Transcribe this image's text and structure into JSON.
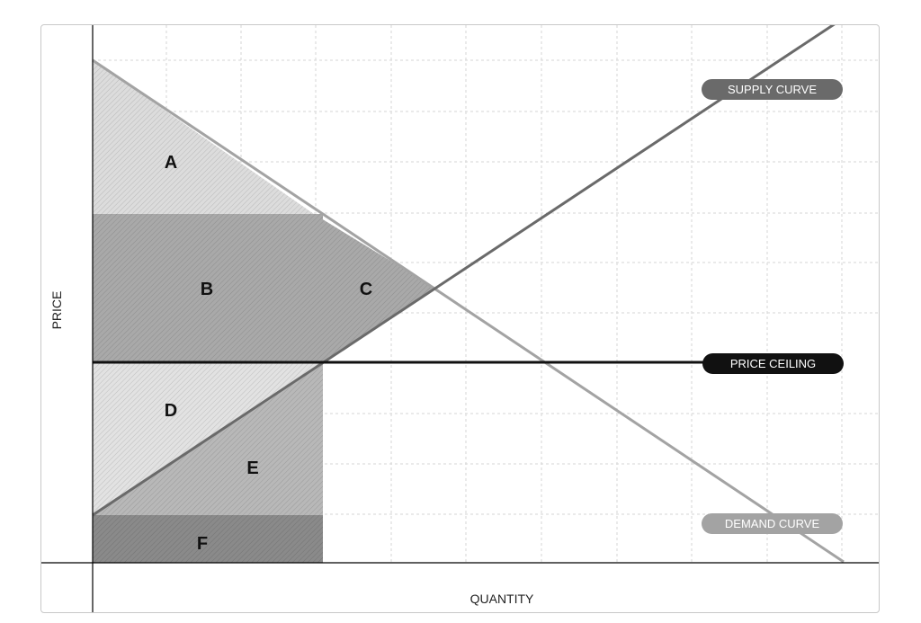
{
  "axes": {
    "x_label": "QUANTITY",
    "y_label": "PRICE"
  },
  "curves": {
    "supply": {
      "label": "SUPPLY CURVE",
      "color": "#6a6a6a"
    },
    "demand": {
      "label": "DEMAND CURVE",
      "color": "#a3a3a3"
    },
    "ceiling": {
      "label": "PRICE CEILING",
      "color": "#111111"
    }
  },
  "regions": {
    "A": {
      "label": "A",
      "shade": "#dcdcdc"
    },
    "B": {
      "label": "B",
      "shade": "#a9a9a9"
    },
    "C": {
      "label": "C",
      "shade": "#a9a9a9"
    },
    "D": {
      "label": "D",
      "shade": "#e2e2e2"
    },
    "E": {
      "label": "E",
      "shade": "#b8b8b8"
    },
    "F": {
      "label": "F",
      "shade": "#8a8a8a"
    }
  }
}
